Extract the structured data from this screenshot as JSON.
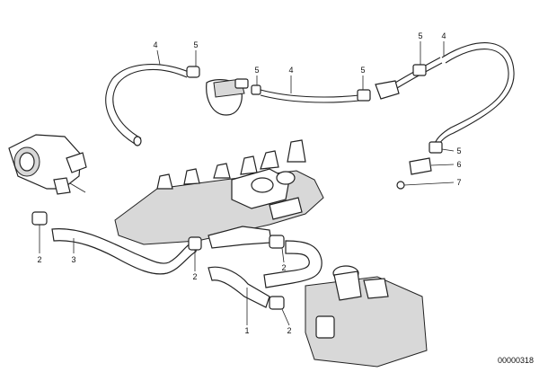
{
  "diagram": {
    "drawing_number": "00000318",
    "callouts": [
      "4",
      "5",
      "5",
      "4",
      "5",
      "5",
      "4",
      "5",
      "6",
      "7",
      "2",
      "3",
      "2",
      "2",
      "1",
      "2"
    ]
  }
}
